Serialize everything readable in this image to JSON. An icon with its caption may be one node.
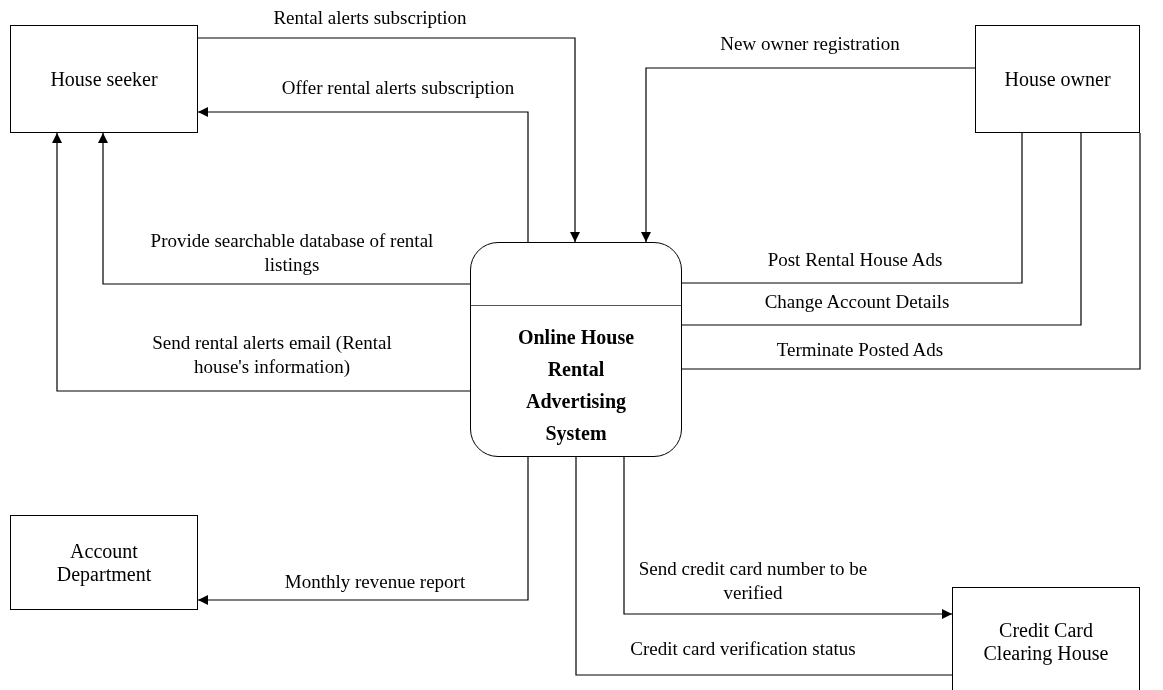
{
  "diagram": {
    "nodes": [
      {
        "text": [
          "House seeker"
        ]
      },
      {
        "text": [
          "House owner"
        ]
      },
      {
        "text": [
          "Online House Rental Advertising System"
        ]
      },
      {
        "text": [
          "Account Department"
        ]
      },
      {
        "text": [
          "Credit Card Clearing House"
        ]
      }
    ],
    "edges": [
      {
        "from": 0,
        "to": 2,
        "arrow": "to",
        "label": "Rental alerts subscription"
      },
      {
        "from": 2,
        "to": 0,
        "arrow": "to",
        "label": "Offer rental alerts subscription"
      },
      {
        "from": 1,
        "to": 2,
        "arrow": "to",
        "label": "New owner registration"
      },
      {
        "from": 2,
        "to": 0,
        "arrow": "to",
        "label": "Provide searchable database of rental listings"
      },
      {
        "from": 2,
        "to": 0,
        "arrow": "to",
        "label": "Send rental alerts email (Rental house's information)"
      },
      {
        "from": 1,
        "to": 2,
        "arrow": "none",
        "label": "Post Rental House Ads"
      },
      {
        "from": 1,
        "to": 2,
        "arrow": "none",
        "label": "Change Account Details"
      },
      {
        "from": 1,
        "to": 2,
        "arrow": "none",
        "label": "Terminate Posted Ads"
      },
      {
        "from": 2,
        "to": 3,
        "arrow": "to",
        "label": "Monthly revenue report"
      },
      {
        "from": 2,
        "to": 4,
        "arrow": "to",
        "label": "Send credit card number to be verified"
      },
      {
        "from": 4,
        "to": 2,
        "arrow": "none",
        "label": "Credit card verification status"
      }
    ]
  }
}
